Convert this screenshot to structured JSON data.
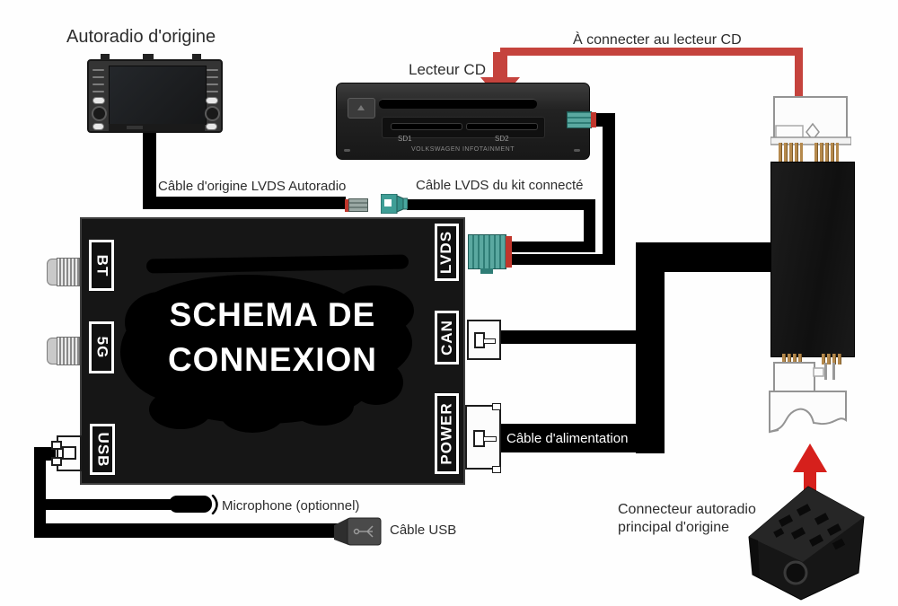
{
  "diagram": {
    "autoradio_label": "Autoradio d'origine",
    "lecteur_cd_label": "Lecteur CD",
    "connect_cd_label": "À connecter au lecteur CD",
    "cable_origine_label": "Câble d'origine LVDS Autoradio",
    "cable_kit_label": "Câble LVDS du kit connecté",
    "cable_alim_label": "Câble d'alimentation",
    "microphone_label": "Microphone (optionnel)",
    "cable_usb_label": "Câble USB",
    "connecteur_label_line1": "Connecteur autoradio",
    "connecteur_label_line2": "principal d'origine"
  },
  "box": {
    "title_line1": "SCHEMA DE",
    "title_line2": "CONNEXION",
    "ports_left": [
      "BT",
      "5G",
      "USB"
    ],
    "ports_right": [
      "LVDS",
      "CAN",
      "POWER"
    ]
  },
  "cd_player": {
    "sd1": "SD1",
    "sd2": "SD2",
    "brand": "VOLKSWAGEN INFOTAINMENT"
  },
  "colors": {
    "accent_red": "#c5433d",
    "connector_teal": "#459e95",
    "connector_red_stripe": "#c0362c",
    "pin_gold": "#b5894c",
    "cable_black": "#000000",
    "box_fill": "#161616"
  }
}
